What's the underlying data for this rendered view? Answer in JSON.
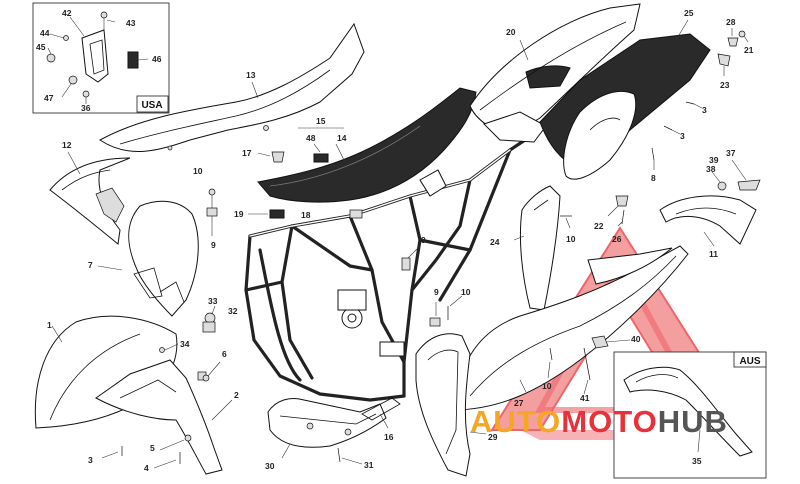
{
  "insets": {
    "usa": {
      "tag": "USA"
    },
    "aus": {
      "tag": "AUS"
    }
  },
  "watermark": {
    "part1": "AUTO",
    "part2": "MOTO",
    "part3": "HUB",
    "color1": "#f5a623",
    "color2": "#e8313a",
    "color3": "#555555"
  },
  "labels": [
    {
      "id": "42",
      "text": "42"
    },
    {
      "id": "43",
      "text": "43"
    },
    {
      "id": "44",
      "text": "44"
    },
    {
      "id": "45",
      "text": "45"
    },
    {
      "id": "46",
      "text": "46"
    },
    {
      "id": "47",
      "text": "47"
    },
    {
      "id": "36",
      "text": "36"
    },
    {
      "id": "13",
      "text": "13"
    },
    {
      "id": "20",
      "text": "20"
    },
    {
      "id": "25",
      "text": "25"
    },
    {
      "id": "28",
      "text": "28"
    },
    {
      "id": "21",
      "text": "21"
    },
    {
      "id": "23",
      "text": "23"
    },
    {
      "id": "3a",
      "text": "3"
    },
    {
      "id": "3b",
      "text": "3"
    },
    {
      "id": "15",
      "text": "15"
    },
    {
      "id": "48",
      "text": "48"
    },
    {
      "id": "14",
      "text": "14"
    },
    {
      "id": "12",
      "text": "12"
    },
    {
      "id": "17",
      "text": "17"
    },
    {
      "id": "10a",
      "text": "10"
    },
    {
      "id": "39",
      "text": "39"
    },
    {
      "id": "37",
      "text": "37"
    },
    {
      "id": "38",
      "text": "38"
    },
    {
      "id": "8",
      "text": "8"
    },
    {
      "id": "19",
      "text": "19"
    },
    {
      "id": "18",
      "text": "18"
    },
    {
      "id": "9a",
      "text": "9"
    },
    {
      "id": "22",
      "text": "22"
    },
    {
      "id": "10b",
      "text": "10"
    },
    {
      "id": "26",
      "text": "26"
    },
    {
      "id": "24",
      "text": "24"
    },
    {
      "id": "9b",
      "text": "9"
    },
    {
      "id": "11",
      "text": "11"
    },
    {
      "id": "7",
      "text": "7"
    },
    {
      "id": "33",
      "text": "33"
    },
    {
      "id": "32",
      "text": "32"
    },
    {
      "id": "9c",
      "text": "9"
    },
    {
      "id": "10c",
      "text": "10"
    },
    {
      "id": "1",
      "text": "1"
    },
    {
      "id": "34",
      "text": "34"
    },
    {
      "id": "40",
      "text": "40"
    },
    {
      "id": "6",
      "text": "6"
    },
    {
      "id": "10d",
      "text": "10"
    },
    {
      "id": "41",
      "text": "41"
    },
    {
      "id": "2",
      "text": "2"
    },
    {
      "id": "27",
      "text": "27"
    },
    {
      "id": "5",
      "text": "5"
    },
    {
      "id": "3c",
      "text": "3"
    },
    {
      "id": "4",
      "text": "4"
    },
    {
      "id": "16",
      "text": "16"
    },
    {
      "id": "29",
      "text": "29"
    },
    {
      "id": "30",
      "text": "30"
    },
    {
      "id": "31",
      "text": "31"
    },
    {
      "id": "35",
      "text": "35"
    }
  ]
}
